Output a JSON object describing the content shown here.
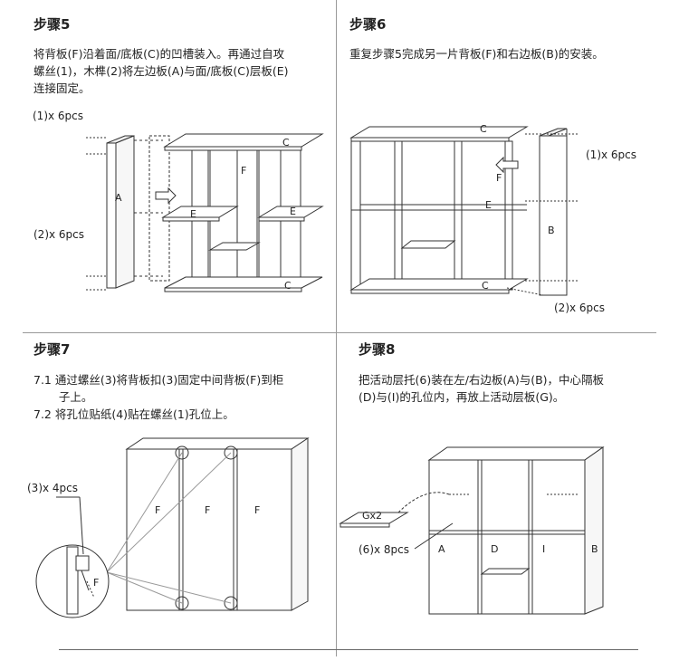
{
  "step5": {
    "title": "步骤5",
    "lines": [
      "将背板(F)沿着面/底板(C)的凹槽装入。再通过自攻",
      "螺丝(1)，木榫(2)将左边板(A)与面/底板(C)层板(E)",
      "连接固定。"
    ],
    "callouts": [
      "(1)x 6pcs",
      "(2)x 6pcs"
    ],
    "parts": {
      "a": "A",
      "c_top": "C",
      "c_bottom": "C",
      "f": "F",
      "e_left": "E",
      "e_right": "E"
    }
  },
  "step6": {
    "title": "步骤6",
    "lines": [
      "重复步骤5完成另一片背板(F)和右边板(B)的安装。"
    ],
    "callouts": [
      "(1)x 6pcs",
      "(2)x 6pcs"
    ],
    "parts": {
      "c_top": "C",
      "c_bottom": "C",
      "f": "F",
      "e": "E",
      "b": "B"
    }
  },
  "step7": {
    "title": "步骤7",
    "lines": [
      "7.1  通过螺丝(3)将背板扣(3)固定中间背板(F)到柜",
      "       子上。",
      "7.2  将孔位贴纸(4)贴在螺丝(1)孔位上。"
    ],
    "callouts": [
      "(3)x 4pcs"
    ],
    "parts": {
      "f1": "F",
      "f2": "F",
      "f3": "F",
      "f_zoom": "F"
    }
  },
  "step8": {
    "title": "步骤8",
    "lines": [
      "把活动层托(6)装在左/右边板(A)与(B)，中心隔板",
      "(D)与(I)的孔位内，再放上活动层板(G)。"
    ],
    "callouts": [
      "(6)x 8pcs",
      "Gx2"
    ],
    "parts": {
      "a": "A",
      "d": "D",
      "i": "I",
      "b": "B"
    }
  }
}
